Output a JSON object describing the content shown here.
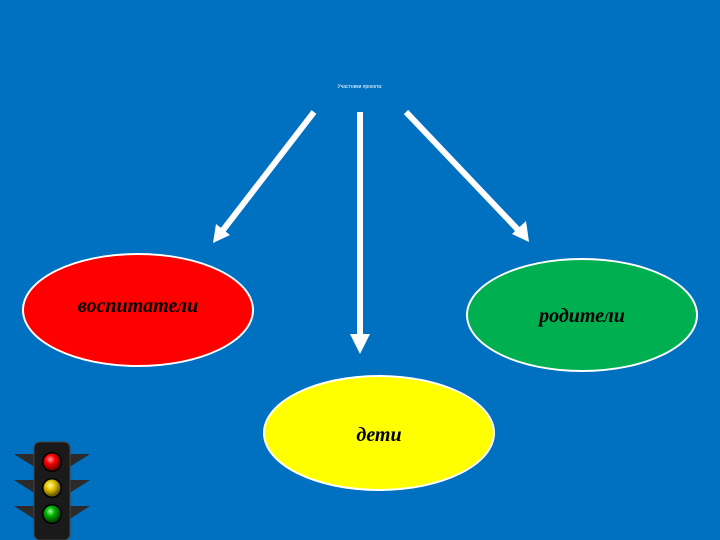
{
  "slide": {
    "title": "Участники проекта:",
    "nodes": {
      "educators": "воспитатели",
      "parents": "родители",
      "children": "дети"
    }
  },
  "colors": {
    "background": "#0070c0",
    "educators": "#ff0000",
    "parents": "#00b050",
    "children": "#ffff00"
  },
  "icons": {
    "corner": "traffic-light-icon"
  }
}
